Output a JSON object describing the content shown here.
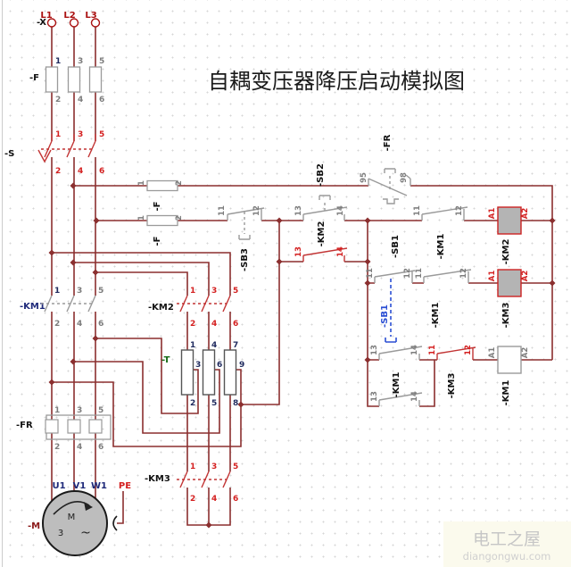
{
  "title": "自耦变压器降压启动模拟图",
  "watermark": {
    "name": "电工之屋",
    "site": "diangongwu.com"
  },
  "colors": {
    "wire": "#8b2f2f",
    "device_red": "#d42020",
    "device_gray": "#9a9a9a",
    "highlight_blue": "#2b4fd4",
    "coil_fill": "#b4b4b4"
  },
  "power": {
    "terminal_block": {
      "label": "-X",
      "phases": [
        "L1",
        "L2",
        "L3"
      ]
    },
    "fuse": {
      "label": "-F",
      "top": [
        "1",
        "3",
        "5"
      ],
      "bottom": [
        "2",
        "4",
        "6"
      ]
    },
    "switch": {
      "label": "-S",
      "top": [
        "1",
        "3",
        "5"
      ],
      "bottom": [
        "2",
        "4",
        "6"
      ]
    },
    "km1": {
      "label": "-KM1",
      "top": [
        "1",
        "3",
        "5"
      ],
      "bottom": [
        "2",
        "4",
        "6"
      ]
    },
    "km2": {
      "label": "-KM2",
      "top": [
        "1",
        "3",
        "5"
      ],
      "bottom": [
        "2",
        "4",
        "6"
      ]
    },
    "km3": {
      "label": "-KM3",
      "top": [
        "1",
        "3",
        "5"
      ],
      "bottom": [
        "2",
        "4",
        "6"
      ]
    },
    "transformer": {
      "label": "-T",
      "top": [
        "1",
        "4",
        "7"
      ],
      "tap": [
        "3",
        "6",
        "9"
      ],
      "bottom": [
        "2",
        "5",
        "8"
      ]
    },
    "thermal": {
      "label": "-FR",
      "top": [
        "1",
        "3",
        "5"
      ],
      "bottom": [
        "2",
        "4",
        "6"
      ]
    },
    "motor": {
      "label": "-M",
      "terminals": [
        "U1",
        "V1",
        "W1"
      ],
      "pe": "PE",
      "letter": "M",
      "phase_count": "3",
      "ac": "~"
    }
  },
  "control": {
    "fuse1": {
      "label": "-F",
      "t1": "1",
      "t2": "2"
    },
    "fuse2": {
      "label": "-F",
      "t1": "1",
      "t2": "2"
    },
    "fr_contact": {
      "label": "-FR",
      "t1": "95",
      "t2": "98"
    },
    "sb3": {
      "label": "-SB3",
      "t1": "11",
      "t2": "12"
    },
    "sb2": {
      "label": "-SB2",
      "t1": "13",
      "t2": "14"
    },
    "km2_aux": {
      "label": "-KM2",
      "t1": "13",
      "t2": "14"
    },
    "sb1": {
      "label": "-SB1",
      "selected_label": "-SB1",
      "t1": "11",
      "t2": "12"
    },
    "km1_nc_a": {
      "label": "-KM1",
      "t1": "11",
      "t2": "12"
    },
    "km1_nc_b": {
      "label": "-KM1",
      "t1": "11",
      "t2": "12"
    },
    "km1_no_a": {
      "t1": "13",
      "t2": "14"
    },
    "km1_no_b": {
      "label": "-KM1",
      "t1": "13",
      "t2": "14"
    },
    "km3_nc": {
      "label": "-KM3",
      "t1": "11",
      "t2": "12"
    },
    "coil_km2": {
      "label": "-KM2",
      "a1": "A1",
      "a2": "A2"
    },
    "coil_km3": {
      "label": "-KM3",
      "a1": "A1",
      "a2": "A2"
    },
    "coil_km1": {
      "label": "-KM1",
      "a1": "A1",
      "a2": "A2"
    }
  }
}
